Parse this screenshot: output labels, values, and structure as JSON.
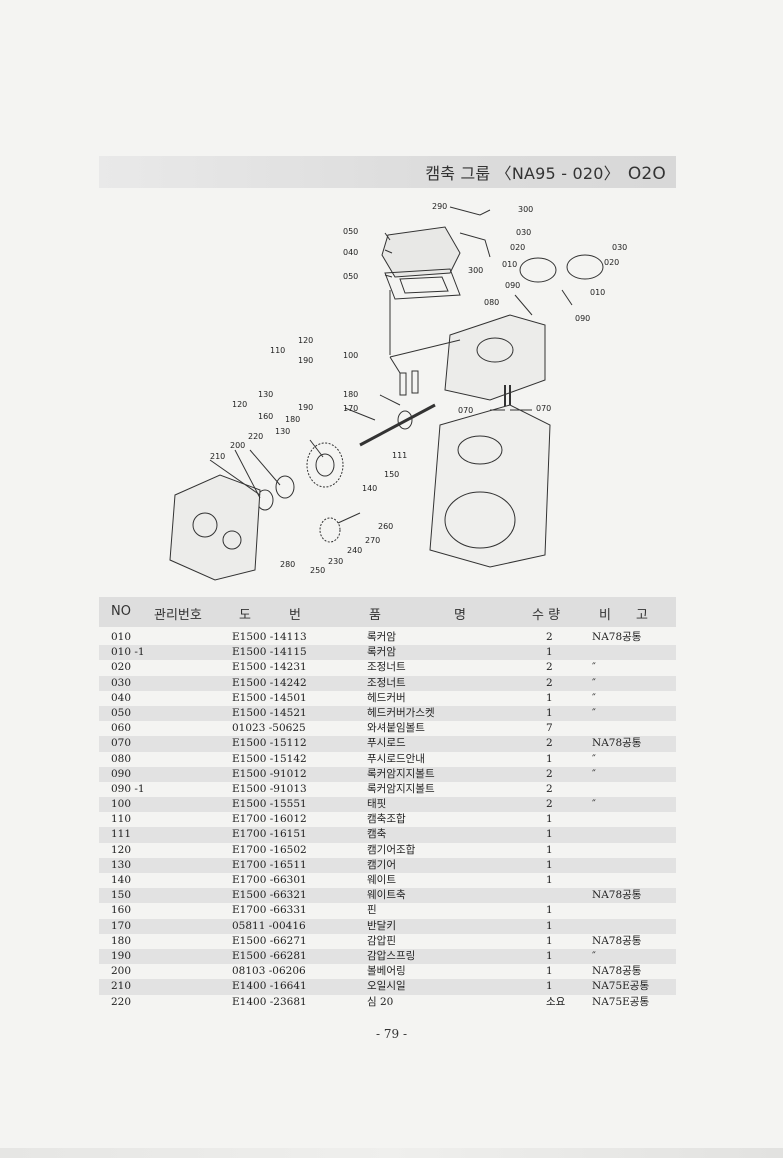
{
  "header": {
    "title": "캠축 그룹 〈NA95 - 020〉",
    "code": "O2O"
  },
  "diagram_labels": [
    "290",
    "300",
    "300",
    "030",
    "020",
    "010",
    "030",
    "020",
    "010",
    "090",
    "080",
    "090",
    "050",
    "040",
    "050",
    "120",
    "110",
    "190",
    "100",
    "180",
    "170",
    "130",
    "120",
    "160",
    "190",
    "180",
    "220",
    "130",
    "111",
    "200",
    "210",
    "150",
    "140",
    "260",
    "270",
    "240",
    "230",
    "250",
    "280",
    "070",
    "070"
  ],
  "table": {
    "headers": {
      "no": "NO",
      "id": "관리번호",
      "drawing_a": "도",
      "drawing_b": "번",
      "name_a": "품",
      "name_b": "명",
      "qty": "수 량",
      "note_a": "비",
      "note_b": "고"
    },
    "rows": [
      {
        "no": "010",
        "id": "E1500 -14113",
        "name": "록커암",
        "qty": "2",
        "note": "NA78공통"
      },
      {
        "no": "010 -1",
        "id": "E1500 -14115",
        "name": "록커암",
        "qty": "1",
        "note": ""
      },
      {
        "no": "020",
        "id": "E1500 -14231",
        "name": "조정너트",
        "qty": "2",
        "note": "″"
      },
      {
        "no": "030",
        "id": "E1500 -14242",
        "name": "조정너트",
        "qty": "2",
        "note": "″"
      },
      {
        "no": "040",
        "id": "E1500 -14501",
        "name": "헤드커버",
        "qty": "1",
        "note": "″"
      },
      {
        "no": "050",
        "id": "E1500 -14521",
        "name": "헤드커버가스켓",
        "qty": "1",
        "note": "″"
      },
      {
        "no": "060",
        "id": "01023 -50625",
        "name": "와셔붙임볼트",
        "qty": "7",
        "note": ""
      },
      {
        "no": "070",
        "id": "E1500 -15112",
        "name": "푸시로드",
        "qty": "2",
        "note": "NA78공통"
      },
      {
        "no": "080",
        "id": "E1500 -15142",
        "name": "푸시로드안내",
        "qty": "1",
        "note": "″"
      },
      {
        "no": "090",
        "id": "E1500 -91012",
        "name": "록커암지지볼트",
        "qty": "2",
        "note": "″"
      },
      {
        "no": "090 -1",
        "id": "E1500 -91013",
        "name": "록커암지지볼트",
        "qty": "2",
        "note": ""
      },
      {
        "no": "100",
        "id": "E1500 -15551",
        "name": "태핏",
        "qty": "2",
        "note": "″"
      },
      {
        "no": "110",
        "id": "E1700 -16012",
        "name": "캠축조합",
        "qty": "1",
        "note": ""
      },
      {
        "no": "111",
        "id": "E1700 -16151",
        "name": "캠축",
        "qty": "1",
        "note": ""
      },
      {
        "no": "120",
        "id": "E1700 -16502",
        "name": "캠기어조합",
        "qty": "1",
        "note": ""
      },
      {
        "no": "130",
        "id": "E1700 -16511",
        "name": "캠기어",
        "qty": "1",
        "note": ""
      },
      {
        "no": "140",
        "id": "E1700 -66301",
        "name": "웨이트",
        "qty": "1",
        "note": ""
      },
      {
        "no": "150",
        "id": "E1500 -66321",
        "name": "웨이트축",
        "qty": "",
        "note": "NA78공통"
      },
      {
        "no": "160",
        "id": "E1700 -66331",
        "name": "핀",
        "qty": "1",
        "note": ""
      },
      {
        "no": "170",
        "id": "05811 -00416",
        "name": "반달키",
        "qty": "1",
        "note": ""
      },
      {
        "no": "180",
        "id": "E1500 -66271",
        "name": "감압핀",
        "qty": "1",
        "note": "NA78공통"
      },
      {
        "no": "190",
        "id": "E1500 -66281",
        "name": "감압스프링",
        "qty": "1",
        "note": "″"
      },
      {
        "no": "200",
        "id": "08103 -06206",
        "name": "볼베어링",
        "qty": "1",
        "note": "NA78공통"
      },
      {
        "no": "210",
        "id": "E1400 -16641",
        "name": "오일시일",
        "qty": "1",
        "note": "NA75E공통"
      },
      {
        "no": "220",
        "id": "E1400 -23681",
        "name": "심 20",
        "qty": "소요",
        "note": "NA75E공통"
      }
    ]
  },
  "page_number": "- 79 -"
}
